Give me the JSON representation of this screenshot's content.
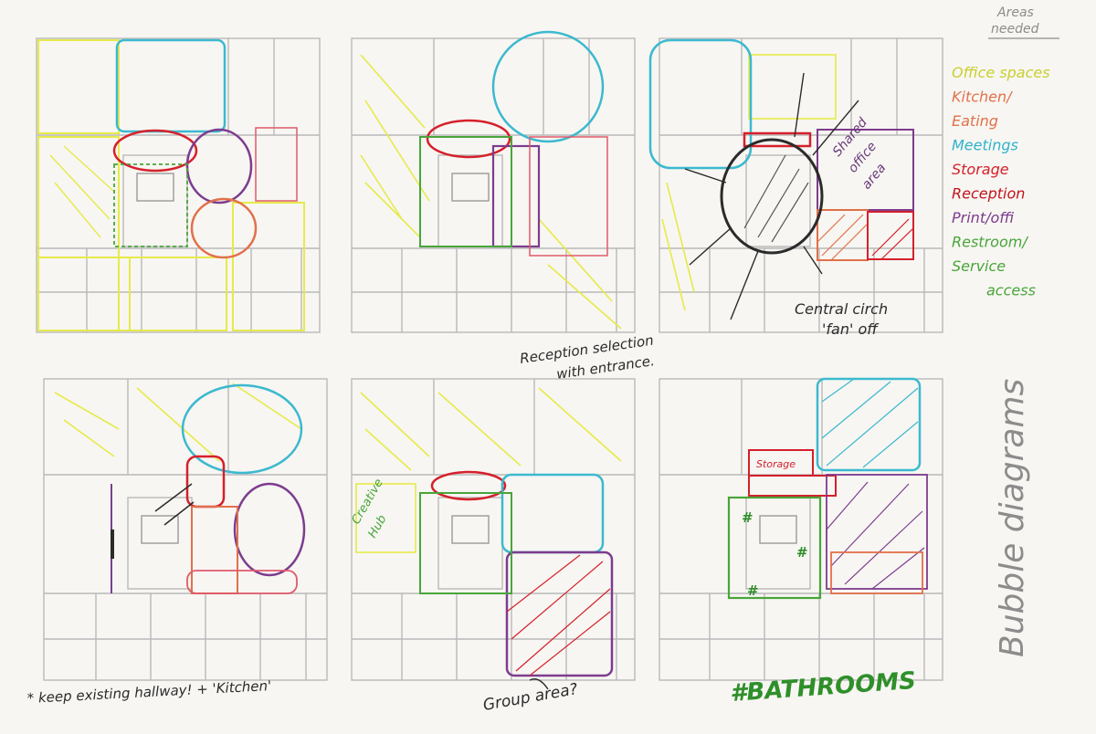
{
  "colors": {
    "paper": "#f7f6f2",
    "plan_line": "#b9b9b9",
    "yellow": "#e7ea4a",
    "cyan": "#3cb9cf",
    "red": "#d5202b",
    "purple": "#7d3c8f",
    "orange": "#e2704a",
    "green": "#49a53a",
    "dark": "#2b2b2b",
    "grey_pencil": "#8c8c8c"
  },
  "legend": {
    "title_line1": "Areas",
    "title_line2": "needed",
    "items": [
      {
        "label": "Office spaces",
        "color": "#c9cf2e"
      },
      {
        "label": "Kitchen/",
        "color": "#e2704a"
      },
      {
        "label": "Eating",
        "color": "#e2704a"
      },
      {
        "label": "Meetings",
        "color": "#2fb3cc"
      },
      {
        "label": "Storage",
        "color": "#d5202b"
      },
      {
        "label": "Reception",
        "color": "#c0141c"
      },
      {
        "label": "Print/offi",
        "color": "#7d3c8f"
      },
      {
        "label": "Restroom/",
        "color": "#49a53a"
      },
      {
        "label": "Service",
        "color": "#49a53a"
      },
      {
        "label": "access",
        "color": "#49a53a"
      }
    ]
  },
  "side_title": "Bubble diagrams",
  "notes": {
    "panel3_shared": [
      "Shared",
      "office",
      "area"
    ],
    "panel3_central": [
      "Central circh",
      "'fan' off"
    ],
    "panel2_reception": [
      "Reception selection",
      "with entrance."
    ],
    "panel5_hub": [
      "Creative",
      "Hub"
    ],
    "panel5_group": "Group area?",
    "panel6_storage": "Storage",
    "panel6_bathrooms": "#BATHROOMS",
    "bottom_left": "* keep existing hallway! + 'Kitchen'"
  }
}
